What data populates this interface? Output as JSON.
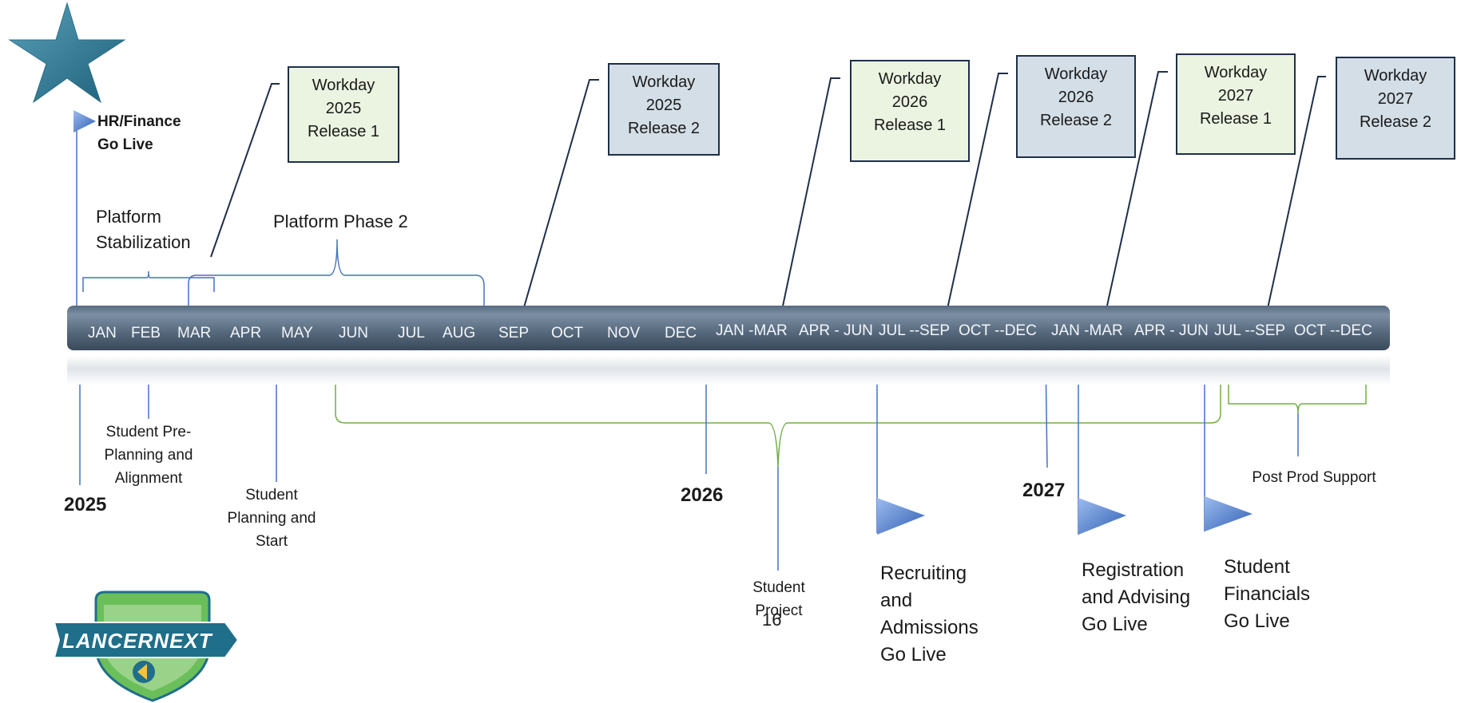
{
  "milestone": {
    "title": "HR/Finance\nGo Live"
  },
  "phases": {
    "stabilization": "Platform\nStabilization",
    "phase2": "Platform Phase 2"
  },
  "releases": [
    {
      "line1": "Workday",
      "line2": "2025",
      "line3": "Release 1",
      "color": "#eaf4e0"
    },
    {
      "line1": "Workday",
      "line2": "2025",
      "line3": "Release 2",
      "color": "#d3dee6"
    },
    {
      "line1": "Workday",
      "line2": "2026",
      "line3": "Release 1",
      "color": "#eaf4e0"
    },
    {
      "line1": "Workday",
      "line2": "2026",
      "line3": "Release 2",
      "color": "#d3dee6"
    },
    {
      "line1": "Workday",
      "line2": "2027",
      "line3": "Release 1",
      "color": "#eaf4e0"
    },
    {
      "line1": "Workday",
      "line2": "2027",
      "line3": "Release 2",
      "color": "#d3dee6"
    }
  ],
  "months": [
    "JAN",
    "FEB",
    "MAR",
    "APR",
    "MAY",
    "JUN",
    "JUL",
    "AUG",
    "SEP",
    "OCT",
    "NOV",
    "DEC",
    "JAN -MAR",
    "APR - JUN",
    "JUL --SEP",
    "OCT --DEC",
    "JAN -MAR",
    "APR - JUN",
    "JUL --SEP",
    "OCT --DEC"
  ],
  "years": [
    "2025",
    "2026",
    "2027"
  ],
  "below": {
    "preplanning": "Student Pre-\nPlanning and\nAlignment",
    "planning": "Student\nPlanning and\nStart",
    "project": "Student\nProject",
    "postprod": "Post Prod Support"
  },
  "golives": [
    "Recruiting\nand\nAdmissions\nGo Live",
    "Registration\nand Advising\nGo Live",
    "Student\nFinancials\nGo Live"
  ],
  "page_number": "16",
  "logo_text": "LANCERNEXT",
  "colors": {
    "bar": "#56687c",
    "green_box": "#eaf4e0",
    "blue_box": "#d3dee6",
    "line_blue": "#4472c4",
    "line_green": "#70ad47"
  }
}
